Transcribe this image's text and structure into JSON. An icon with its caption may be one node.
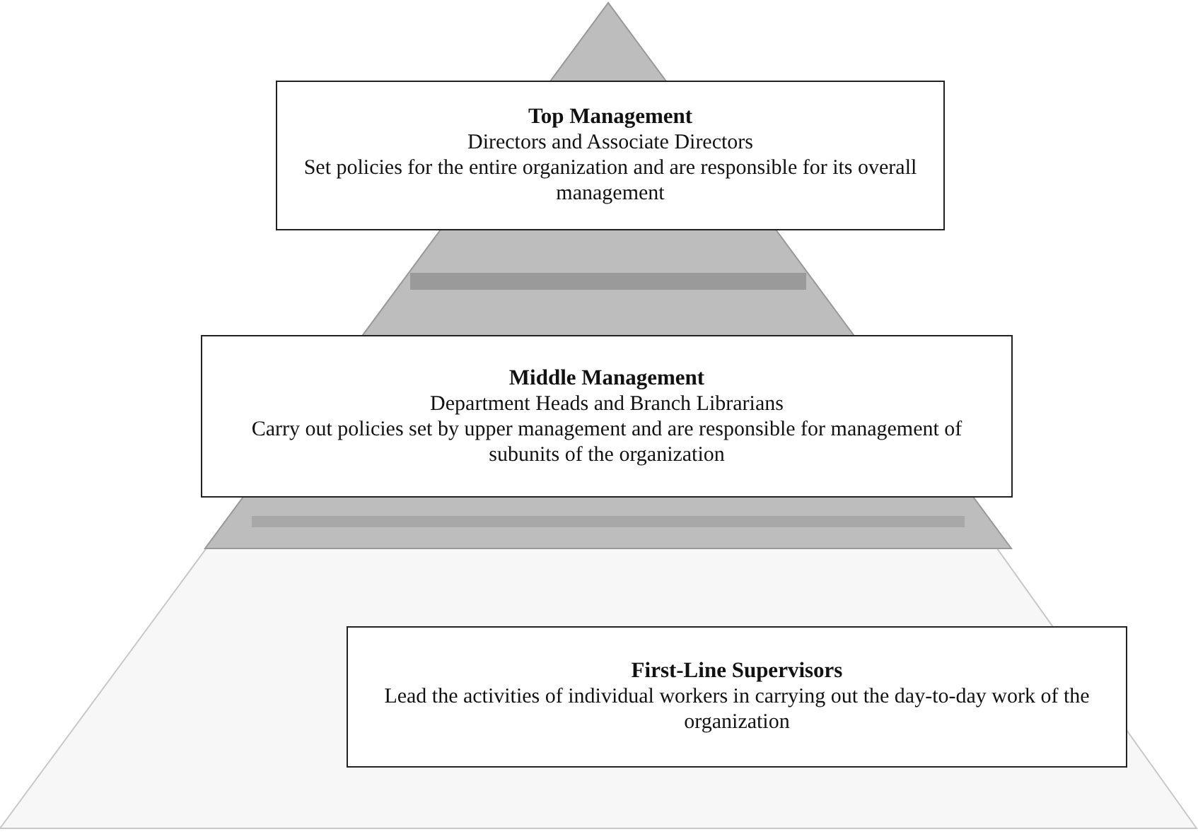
{
  "diagram": {
    "nodes": [
      {
        "text": [
          "Top Management",
          "Directors and Associate Directors",
          "Set policies for the entire organization and are responsible for its overall management"
        ]
      },
      {
        "text": [
          "Middle Management",
          "Department Heads and Branch Librarians",
          "Carry out policies set by upper management and are responsible for management of subunits of the organization"
        ]
      },
      {
        "text": [
          "First-Line Supervisors",
          "Lead the activities of individual workers in carrying out the day-to-day work of the organization"
        ]
      }
    ]
  }
}
